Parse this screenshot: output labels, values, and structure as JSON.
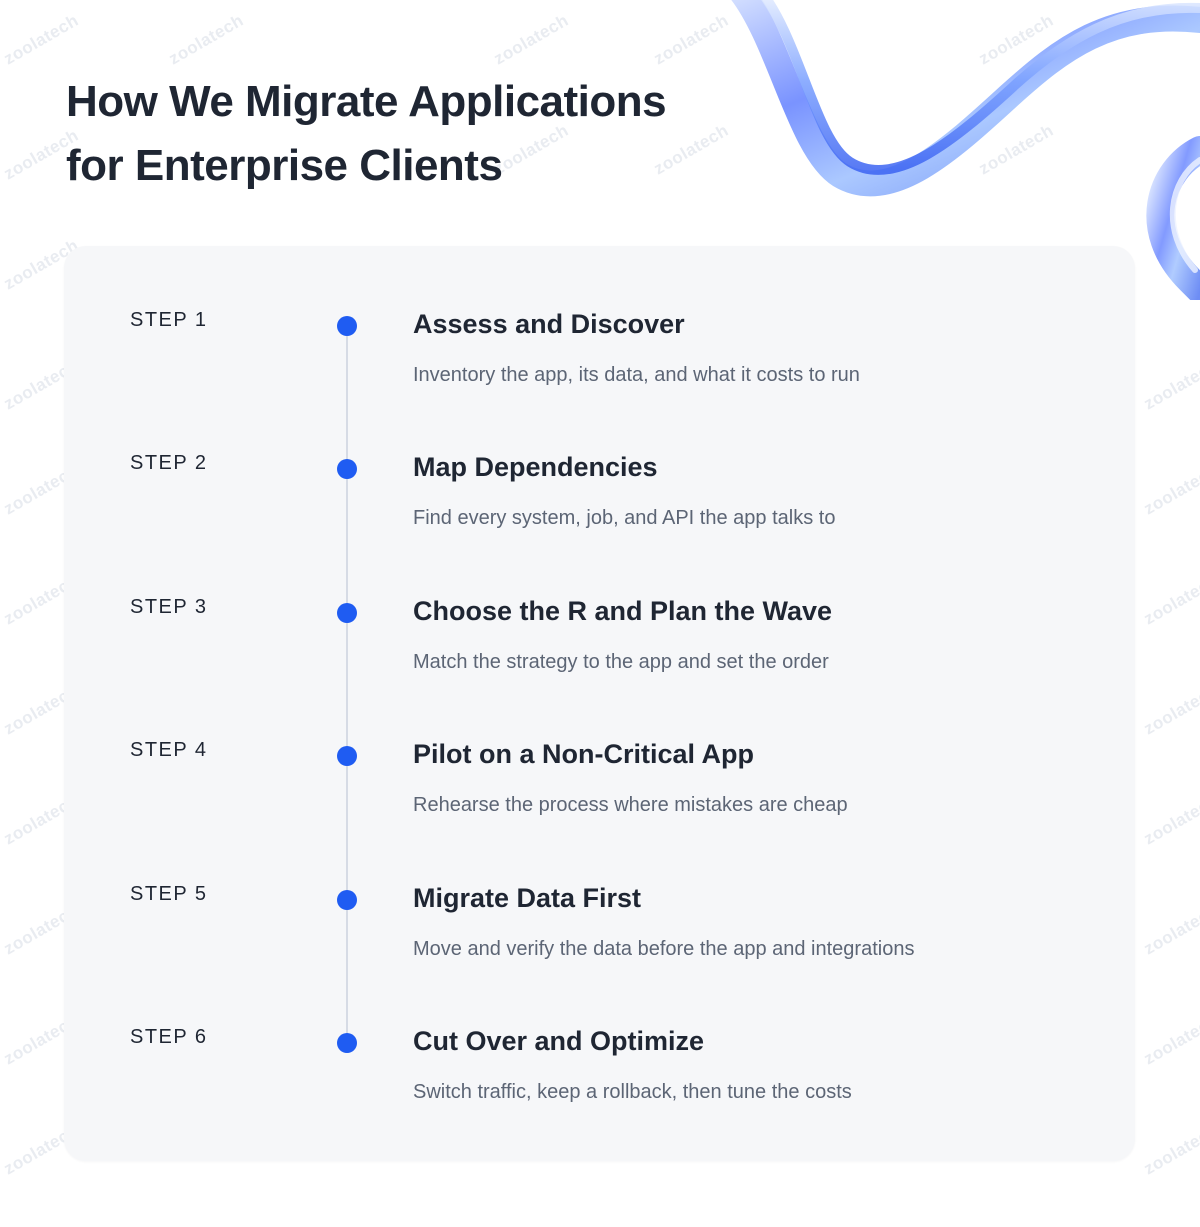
{
  "watermark_text": "zoolatech",
  "header": {
    "title_line1": "How We Migrate Applications",
    "title_line2": "for Enterprise Clients"
  },
  "steps": [
    {
      "label": "STEP 1",
      "title": "Assess and Discover",
      "description": "Inventory the app, its data, and what it costs to run"
    },
    {
      "label": "STEP 2",
      "title": "Map Dependencies",
      "description": "Find every system, job, and API the app talks to"
    },
    {
      "label": "STEP 3",
      "title": "Choose the R and Plan the Wave",
      "description": "Match the strategy to the app and set the order"
    },
    {
      "label": "STEP 4",
      "title": "Pilot on a Non-Critical App",
      "description": "Rehearse the process where mistakes are cheap"
    },
    {
      "label": "STEP 5",
      "title": "Migrate Data First",
      "description": "Move and verify the data before the app and integrations"
    },
    {
      "label": "STEP 6",
      "title": "Cut Over and Optimize",
      "description": "Switch traffic, keep a rollback, then tune the costs"
    }
  ],
  "colors": {
    "accent": "#1f5cf2",
    "text_primary": "#1f2633",
    "text_secondary": "#5c6575",
    "card_background": "#f6f7f9",
    "timeline_line": "#d6dbe5"
  }
}
